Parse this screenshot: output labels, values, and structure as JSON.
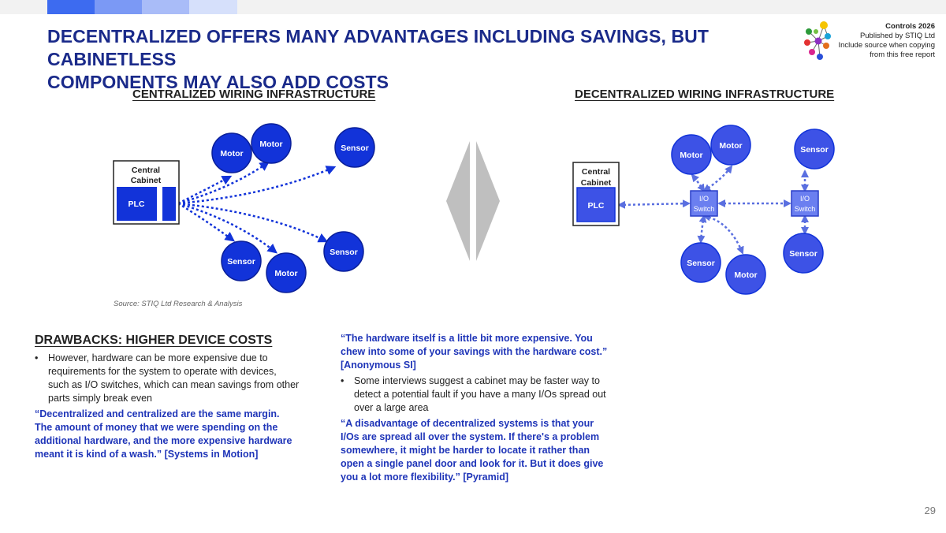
{
  "colors": {
    "accent_dark": "#1a2a8a",
    "node_fill": "#1233d9",
    "node_light": "#6b7ff0",
    "quote": "#1f35b8"
  },
  "header": {
    "title_line1": "DECENTRALIZED OFFERS MANY ADVANTAGES INCLUDING SAVINGS, BUT CABINETLESS",
    "title_line2": "COMPONENTS MAY ALSO ADD COSTS"
  },
  "brand": {
    "name": "Controls 2026",
    "line1": "Published by STIQ Ltd",
    "line2": "Include source when copying",
    "line3": "from this free report",
    "logo_icon": "molecule-network-logo"
  },
  "centralized": {
    "title": "CENTRALIZED WIRING INFRASTRUCTURE",
    "cabinet_label_1": "Central",
    "cabinet_label_2": "Cabinet",
    "plc": "PLC",
    "nodes": [
      "Motor",
      "Motor",
      "Sensor",
      "Sensor",
      "Motor",
      "Sensor"
    ]
  },
  "decentralized": {
    "title": "DECENTRALIZED WIRING INFRASTRUCTURE",
    "cabinet_label_1": "Central",
    "cabinet_label_2": "Cabinet",
    "plc": "PLC",
    "switch_line1": "I/O",
    "switch_line2": "Switch",
    "nodes": [
      "Motor",
      "Motor",
      "Sensor",
      "Sensor",
      "Motor",
      "Sensor"
    ]
  },
  "divider_icon": "double-arrow-diamond-icon",
  "source": "Source: STIQ Ltd Research & Analysis",
  "drawbacks": {
    "title": "DRAWBACKS: HIGHER DEVICE COSTS",
    "bullet1": "However, hardware can be more expensive due to requirements for the system to operate with devices, such as I/O switches, which can mean savings from other parts simply break even",
    "quote1": "“Decentralized and centralized are the same margin. The amount of money that we were spending on the additional hardware, and the more expensive hardware meant it is kind of a wash.” [Systems in Motion]"
  },
  "right_column": {
    "quote2": "“The hardware itself is a little bit more expensive. You chew into some of your savings with the hardware cost.” [Anonymous SI]",
    "bullet2": "Some interviews suggest a cabinet may be faster way to detect a potential fault if you have a many I/Os spread out over a large area",
    "quote3": "“A disadvantage of decentralized systems is that your I/Os are spread all over the system. If there's a problem somewhere, it might be harder to locate it rather than open a single panel door and look for it. But it does give you a lot more flexibility.” [Pyramid]"
  },
  "bullet_symbol": "•",
  "page_number": "29"
}
